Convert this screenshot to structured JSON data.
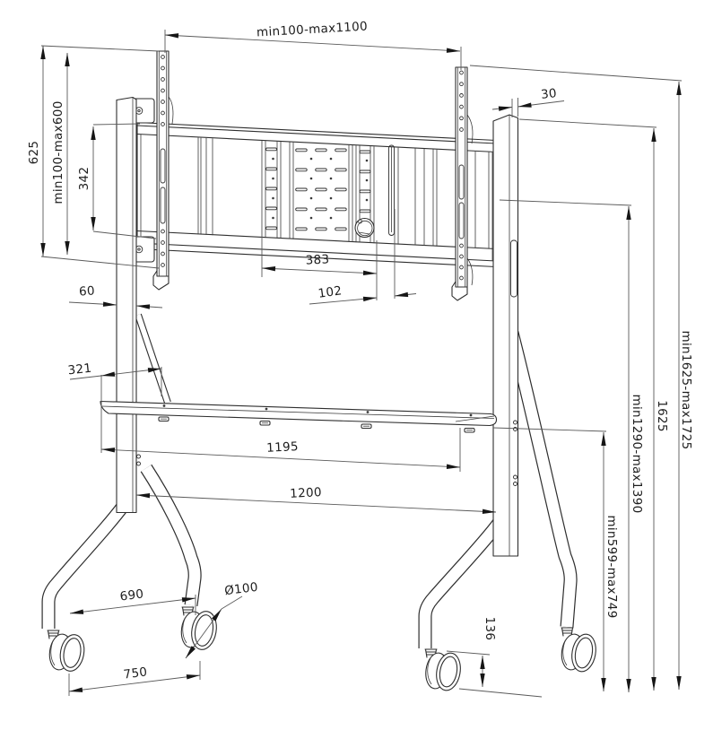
{
  "dimensions": {
    "mount_width_range": "min100-max1100",
    "bracket_height": "625",
    "mount_height_range": "min100-max600",
    "bracket_hole_span": "342",
    "column_depth": "30",
    "panel_width": "383",
    "panel_side_offset": "102",
    "column_width": "60",
    "shelf_depth": "321",
    "shelf_length": "1195",
    "inner_width": "1200",
    "caster_spacing": "690",
    "caster_diameter": "Ø100",
    "base_depth": "750",
    "caster_height": "136",
    "clearance_height_range": "min599-max749",
    "screen_center_height_range": "min1290-max1390",
    "total_height": "1625",
    "total_height_range": "min1625-max1725"
  }
}
